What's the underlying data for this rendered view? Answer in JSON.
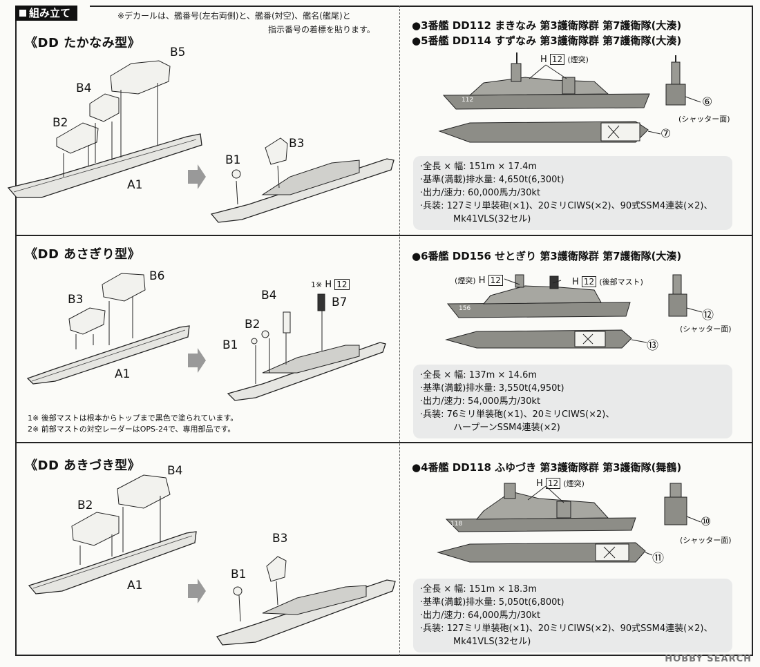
{
  "header": {
    "section_label": "組み立て",
    "decal_note_line1": "※デカールは、艦番号(左右両側)と、艦番(対空)、艦名(艦尾)と",
    "decal_note_line2": "指示番号の着標を貼ります。"
  },
  "sections": [
    {
      "title": "《DD たかなみ型》",
      "parts": {
        "b5": "B5",
        "b4": "B4",
        "b2": "B2",
        "a1": "A1",
        "b1": "B1",
        "b3": "B3"
      },
      "ships": [
        "●3番艦 DD112 まきなみ 第3護衛隊群 第7護衛隊(大湊)",
        "●5番艦 DD114 すずなみ 第3護衛隊群 第7護衛隊(大湊)"
      ],
      "callouts": {
        "h_label": "H",
        "h_num": "12",
        "h_note": "(煙突)",
        "side": "⑥",
        "side_note": "(シャッター面)",
        "top": "⑦",
        "hull_number": "112"
      },
      "specs": [
        "·全長 × 幅: 151m × 17.4m",
        "·基準(満載)排水量: 4,650t(6,300t)",
        "·出力/速力: 60,000馬力/30kt",
        "·兵装: 127ミリ単装砲(×1)、20ミリCIWS(×2)、90式SSM4連装(×2)、",
        "Mk41VLS(32セル)"
      ]
    },
    {
      "title": "《DD あさぎり型》",
      "parts": {
        "b6": "B6",
        "b3": "B3",
        "a1": "A1",
        "b4": "B4",
        "b2": "B2",
        "b1": "B1",
        "b7": "B7",
        "b7_note": "1※",
        "b7_h": "H",
        "b7_hnum": "12"
      },
      "footnotes": [
        "1※ 後部マストは根本からトップまで黒色で塗られています。",
        "2※ 前部マストの対空レーダーはOPS-24で、専用部品です。"
      ],
      "ships": [
        "●6番艦 DD156 せとぎり 第3護衛隊群 第7護衛隊(大湊)"
      ],
      "callouts": {
        "h1_note": "(煙突)",
        "h_label": "H",
        "h_num": "12",
        "h2_note": "(後部マスト)",
        "side": "⑫",
        "side_note": "(シャッター面)",
        "top": "⑬",
        "hull_number": "156"
      },
      "specs": [
        "·全長 × 幅: 137m × 14.6m",
        "·基準(満載)排水量: 3,550t(4,950t)",
        "·出力/速力: 54,000馬力/30kt",
        "·兵装: 76ミリ単装砲(×1)、20ミリCIWS(×2)、",
        "ハープーンSSM4連装(×2)"
      ]
    },
    {
      "title": "《DD あきづき型》",
      "parts": {
        "b4": "B4",
        "b2": "B2",
        "a1": "A1",
        "b3": "B3",
        "b1": "B1"
      },
      "ships": [
        "●4番艦 DD118 ふゆづき 第3護衛隊群 第3護衛隊(舞鶴)"
      ],
      "callouts": {
        "h_label": "H",
        "h_num": "12",
        "h_note": "(煙突)",
        "side": "⑩",
        "side_note": "(シャッター面)",
        "top": "⑪",
        "hull_number": "118"
      },
      "specs": [
        "·全長 × 幅: 151m × 18.3m",
        "·基準(満載)排水量: 5,050t(6,800t)",
        "·出力/速力: 64,000馬力/30kt",
        "·兵装: 127ミリ単装砲(×1)、20ミリCIWS(×2)、90式SSM4連装(×2)、",
        "Mk41VLS(32セル)"
      ]
    }
  ],
  "watermark": "HOBBY SEARCH",
  "icons": [
    "right-arrow-icon",
    "ship-side-profile-icon",
    "ship-top-view-icon",
    "bridge-part-icon"
  ]
}
